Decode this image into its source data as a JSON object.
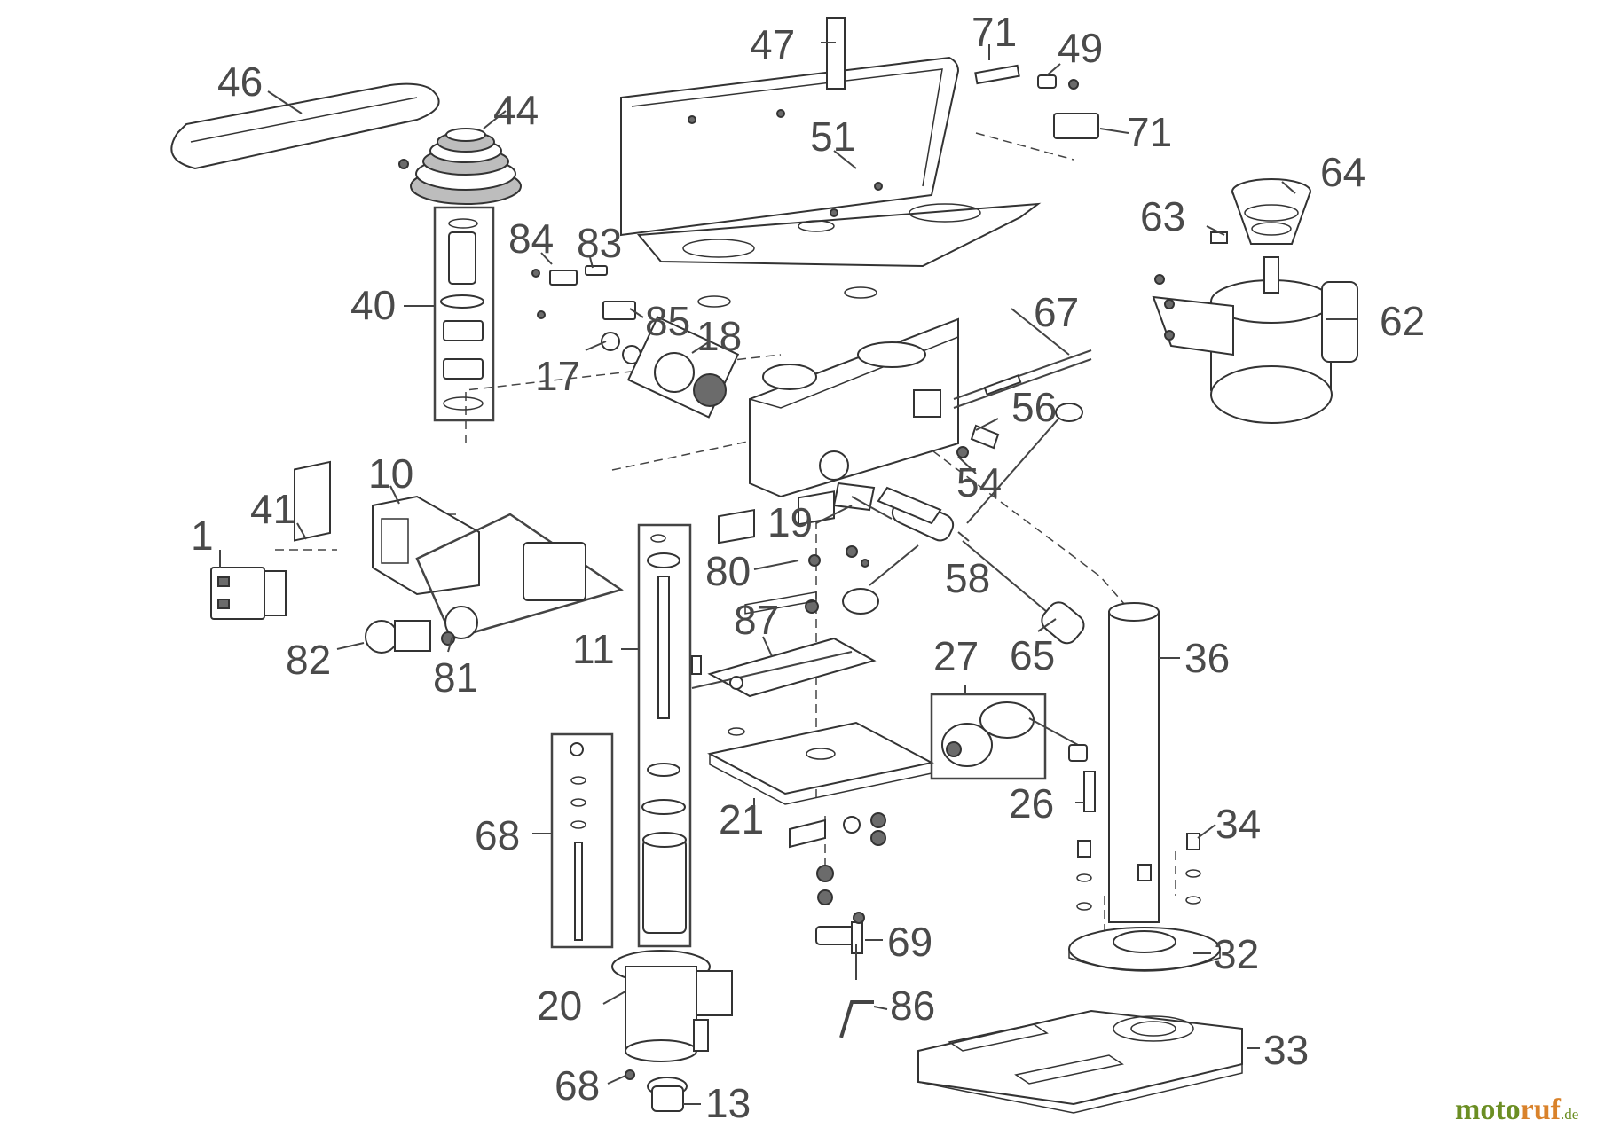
{
  "diagram": {
    "part_numbers": {
      "p1": "1",
      "p10": "10",
      "p11": "11",
      "p13": "13",
      "p17": "17",
      "p18": "18",
      "p19": "19",
      "p20": "20",
      "p21": "21",
      "p26": "26",
      "p27": "27",
      "p32": "32",
      "p33": "33",
      "p34": "34",
      "p36": "36",
      "p40": "40",
      "p41": "41",
      "p44": "44",
      "p46": "46",
      "p47": "47",
      "p49": "49",
      "p51": "51",
      "p54": "54",
      "p56": "56",
      "p58": "58",
      "p62": "62",
      "p63": "63",
      "p64": "64",
      "p65": "65",
      "p67": "67",
      "p68a": "68",
      "p68b": "68",
      "p69": "69",
      "p71a": "71",
      "p71b": "71",
      "p80": "80",
      "p81": "81",
      "p82": "82",
      "p83": "83",
      "p84": "84",
      "p85": "85",
      "p86": "86",
      "p87": "87"
    }
  },
  "watermark": {
    "brand_a": "moto",
    "brand_b": "ruf",
    "tld": ".de"
  },
  "colors": {
    "line": "#333333",
    "label": "#4a4a4a",
    "watermark_green": "#6b8e23",
    "watermark_orange": "#d9822b"
  }
}
